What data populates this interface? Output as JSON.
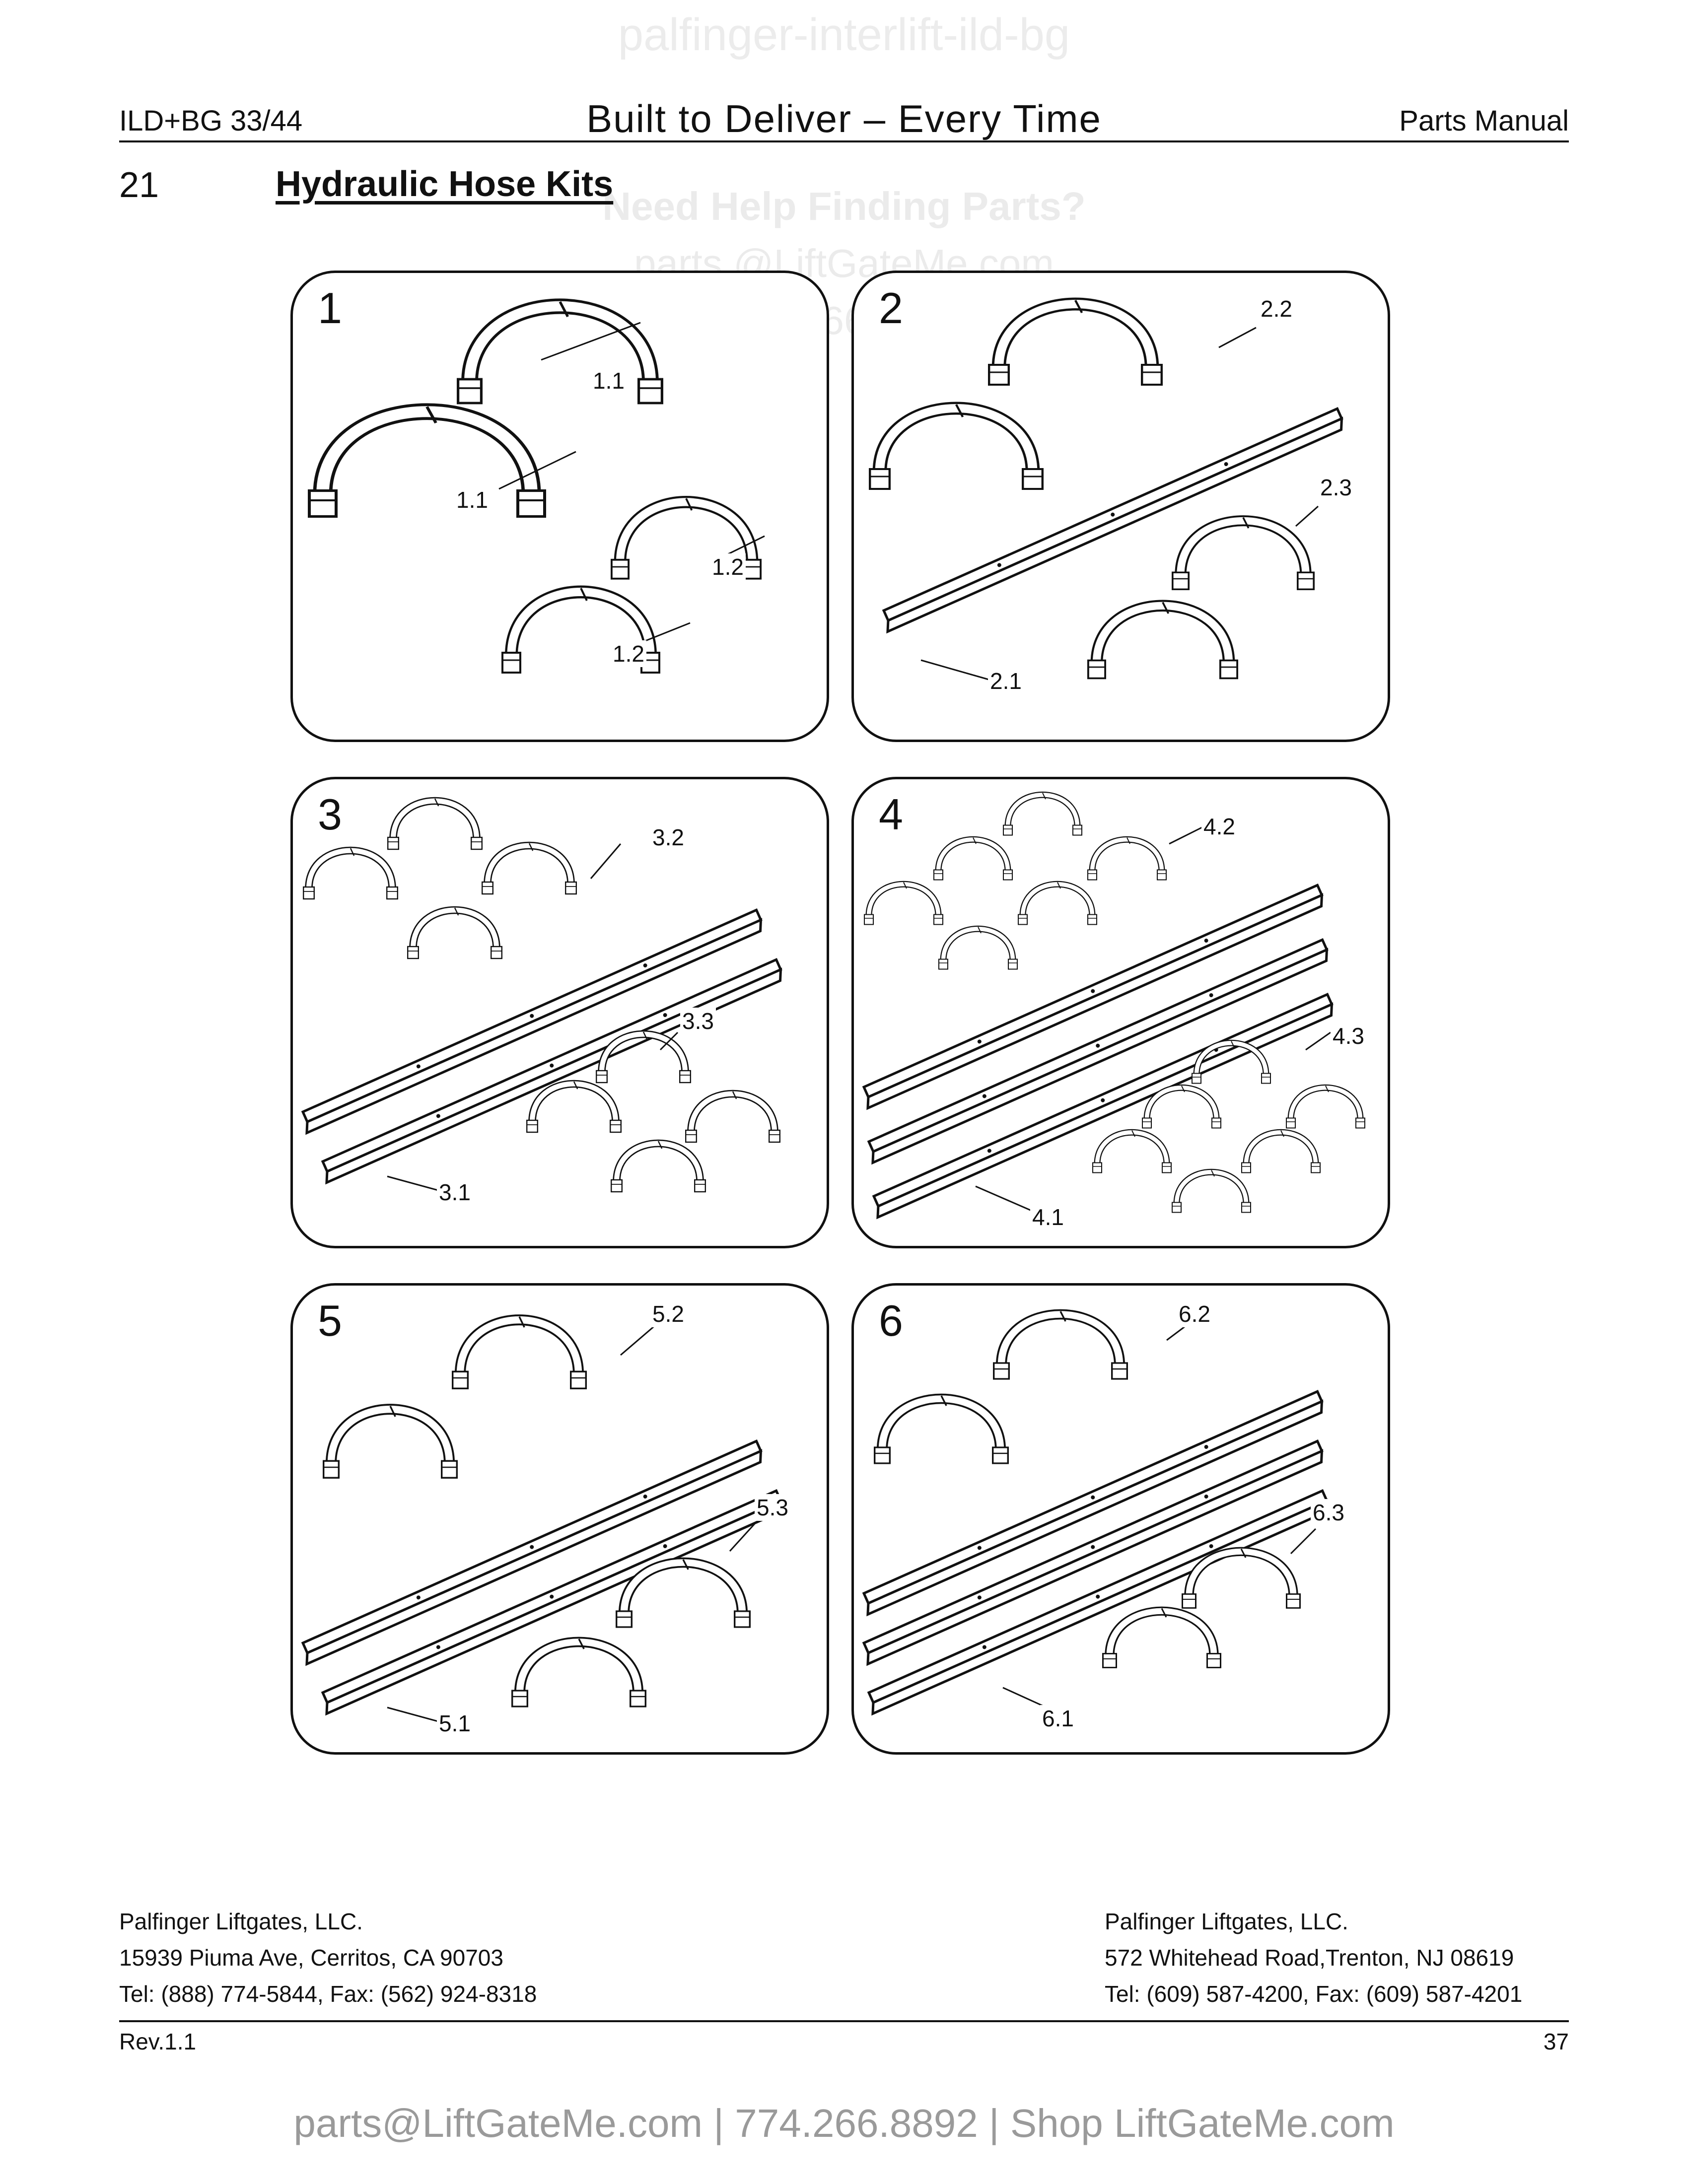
{
  "watermark": {
    "top": "palfinger-interlift-ild-bg",
    "help_line1": "Need Help Finding Parts?",
    "help_line2": "parts @LiftGateMe.com",
    "help_line3": "774.266.8892"
  },
  "header": {
    "model": "ILD+BG 33/44",
    "slogan": "Built to Deliver – Every Time",
    "manual": "Parts Manual"
  },
  "section": {
    "number": "21",
    "title": "Hydraulic Hose Kits"
  },
  "panels": [
    {
      "number": "1",
      "labels": [
        "1.1",
        "1.1",
        "1.2",
        "1.2"
      ]
    },
    {
      "number": "2",
      "labels": [
        "2.2",
        "2.3",
        "2.1"
      ]
    },
    {
      "number": "3",
      "labels": [
        "3.2",
        "3.3",
        "3.1"
      ]
    },
    {
      "number": "4",
      "labels": [
        "4.2",
        "4.3",
        "4.1"
      ]
    },
    {
      "number": "5",
      "labels": [
        "5.2",
        "5.3",
        "5.1"
      ]
    },
    {
      "number": "6",
      "labels": [
        "6.2",
        "6.3",
        "6.1"
      ]
    }
  ],
  "footer": {
    "left": {
      "company": "Palfinger Liftgates, LLC.",
      "address": "15939 Piuma Ave, Cerritos, CA 90703",
      "phone": "Tel: (888) 774-5844, Fax: (562) 924-8318"
    },
    "right": {
      "company": "Palfinger Liftgates, LLC.",
      "address": "572 Whitehead Road,Trenton, NJ 08619",
      "phone": "Tel: (609) 587-4200, Fax: (609) 587-4201"
    },
    "revision": "Rev.1.1",
    "page": "37",
    "promo": "parts@LiftGateMe.com | 774.266.8892 | Shop LiftGateMe.com"
  }
}
